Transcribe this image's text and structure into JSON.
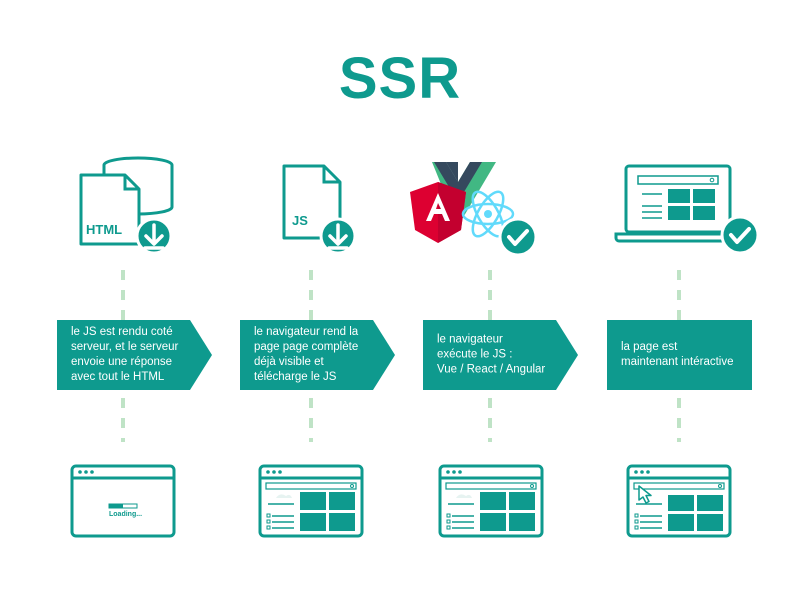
{
  "title": "SSR",
  "colors": {
    "teal": "#0e9a8e",
    "dash": "#bfe3c6",
    "angular_red": "#dd0031",
    "vue_dark": "#35495e",
    "vue_green": "#41b883",
    "react_blue": "#61dafb"
  },
  "steps": [
    {
      "text": "le JS est rendu coté\nserveur, et le serveur\nenvoie une réponse\navec tout le HTML",
      "icon": "database-html-download-icon"
    },
    {
      "text": "le navigateur rend la\npage page complète\ndéjà visible et\ntélécharge le JS",
      "icon": "js-file-download-icon"
    },
    {
      "text": "le navigateur\nexécute le JS :\nVue / React / Angular",
      "icon": "frameworks-check-icon"
    },
    {
      "text": "la page est\nmaintenant intéractive",
      "icon": "laptop-check-icon"
    }
  ],
  "icon_labels": {
    "html": "HTML",
    "js": "JS"
  },
  "browsers": [
    {
      "state": "loading",
      "loading_text": "Loading..."
    },
    {
      "state": "page"
    },
    {
      "state": "page"
    },
    {
      "state": "interactive"
    }
  ]
}
